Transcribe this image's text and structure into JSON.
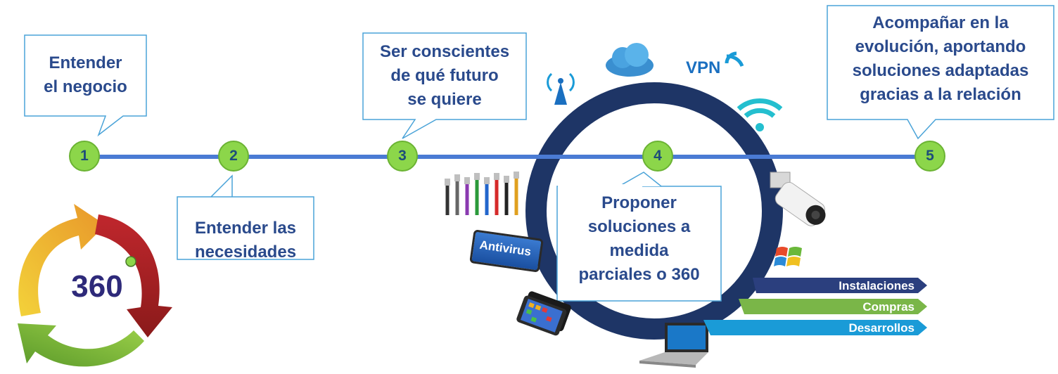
{
  "steps": [
    {
      "number": "1",
      "text_lines": [
        "Entender",
        "el negocio"
      ]
    },
    {
      "number": "2",
      "text_lines": [
        "Entender las",
        "necesidades"
      ]
    },
    {
      "number": "3",
      "text_lines": [
        "Ser conscientes",
        "de qué futuro",
        "se quiere"
      ]
    },
    {
      "number": "4",
      "text_lines": [
        "Proponer",
        "soluciones a",
        "medida",
        "parciales o 360"
      ]
    },
    {
      "number": "5",
      "text_lines": [
        "Acompañar en la",
        "evolución, aportando",
        "soluciones adaptadas",
        "gracias a la relación"
      ]
    }
  ],
  "cycle_badge": "360",
  "service_arrows": [
    {
      "label": "Instalaciones",
      "color": "#2b3f7e"
    },
    {
      "label": "Compras",
      "color": "#7ab648"
    },
    {
      "label": "Desarrollos",
      "color": "#1a9bd7"
    }
  ],
  "icons": {
    "vpn_label": "VPN",
    "antivirus_label": "Antivirus"
  },
  "colors": {
    "timeline": "#4a7bd4",
    "ring": "#1e3566",
    "callout_border": "#4aa3d8",
    "text": "#2a4a8c",
    "node_fill": "#8cd64a"
  }
}
